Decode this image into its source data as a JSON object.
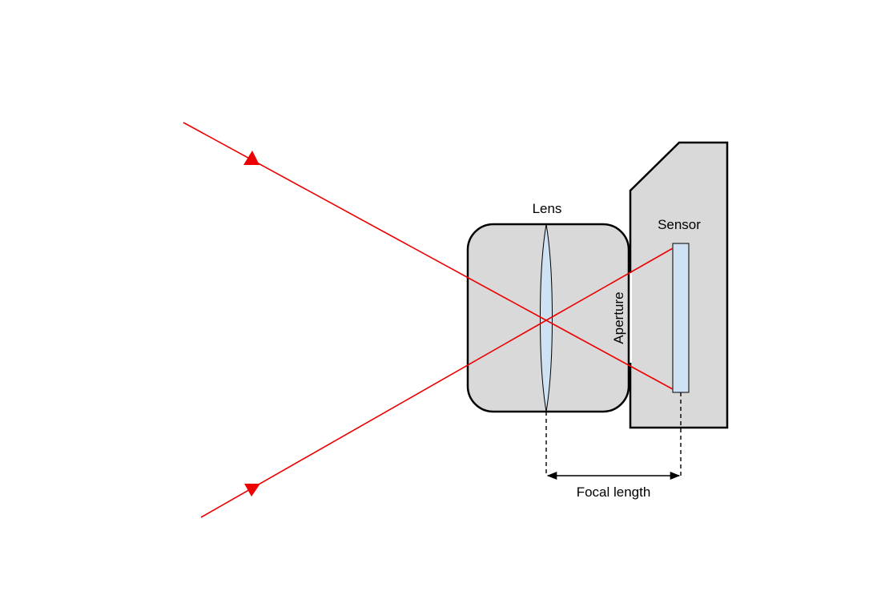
{
  "labels": {
    "lens": "Lens",
    "sensor": "Sensor",
    "aperture": "Aperture",
    "focal_length": "Focal length"
  },
  "colors": {
    "ray": "#ee0000",
    "body_fill": "#d9d9d9",
    "outline": "#000000",
    "glass_fill": "#cfe2f3"
  }
}
